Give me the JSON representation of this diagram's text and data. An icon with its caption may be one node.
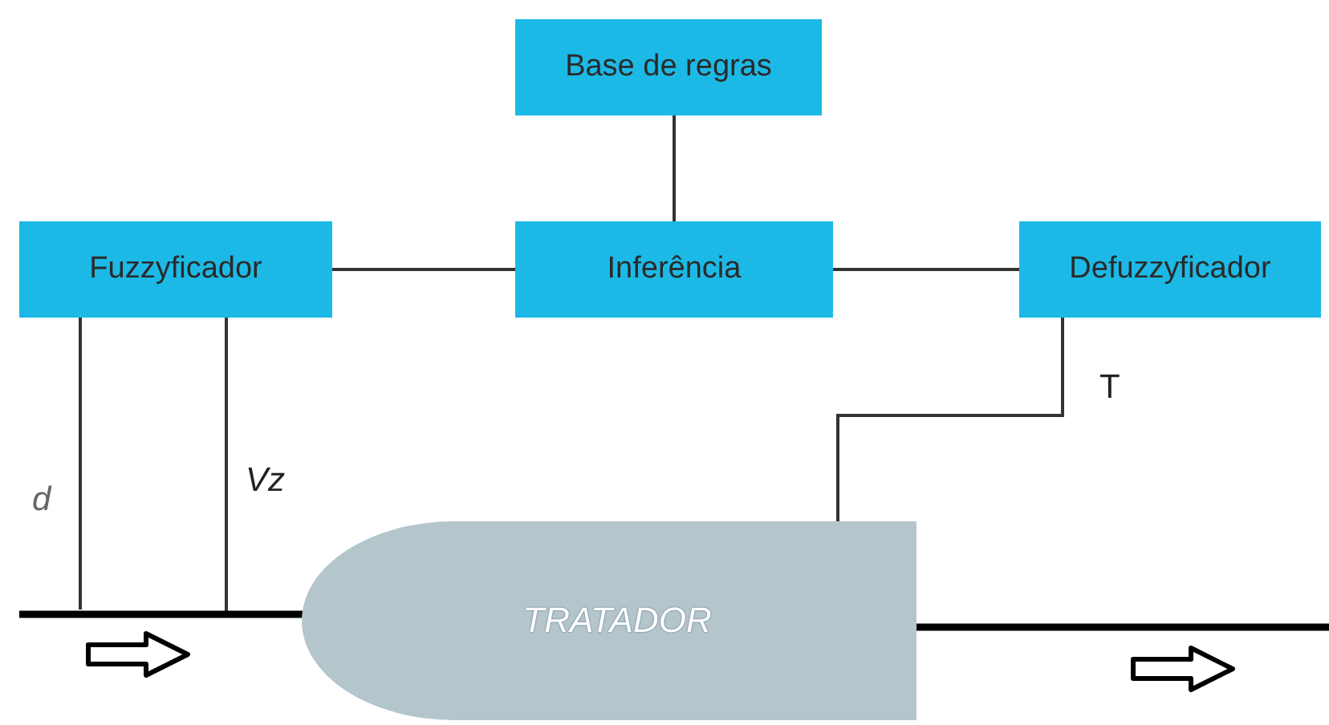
{
  "diagram": {
    "nodes": [
      {
        "text": [
          "Base de regras"
        ]
      },
      {
        "text": [
          "Fuzzyficador"
        ]
      },
      {
        "text": [
          "Inferência"
        ]
      },
      {
        "text": [
          "Defuzzyficador"
        ]
      },
      {
        "text": [
          "TRATADOR"
        ]
      }
    ],
    "edges": [
      {
        "from": 0,
        "to": 2,
        "arrow": "none"
      },
      {
        "from": 1,
        "to": 2,
        "arrow": "none"
      },
      {
        "from": 2,
        "to": 3,
        "arrow": "none"
      },
      {
        "from": 3,
        "to": 4,
        "arrow": "none",
        "label": "T"
      },
      {
        "from": 1,
        "to": null,
        "arrow": "none",
        "label": "d"
      },
      {
        "from": 1,
        "to": null,
        "arrow": "none",
        "label": "Vz"
      },
      {
        "from": null,
        "to": 4,
        "arrow": "none",
        "style": "thick",
        "color": "#000000"
      },
      {
        "from": 4,
        "to": null,
        "arrow": "none",
        "style": "thick",
        "color": "#000000"
      }
    ]
  }
}
